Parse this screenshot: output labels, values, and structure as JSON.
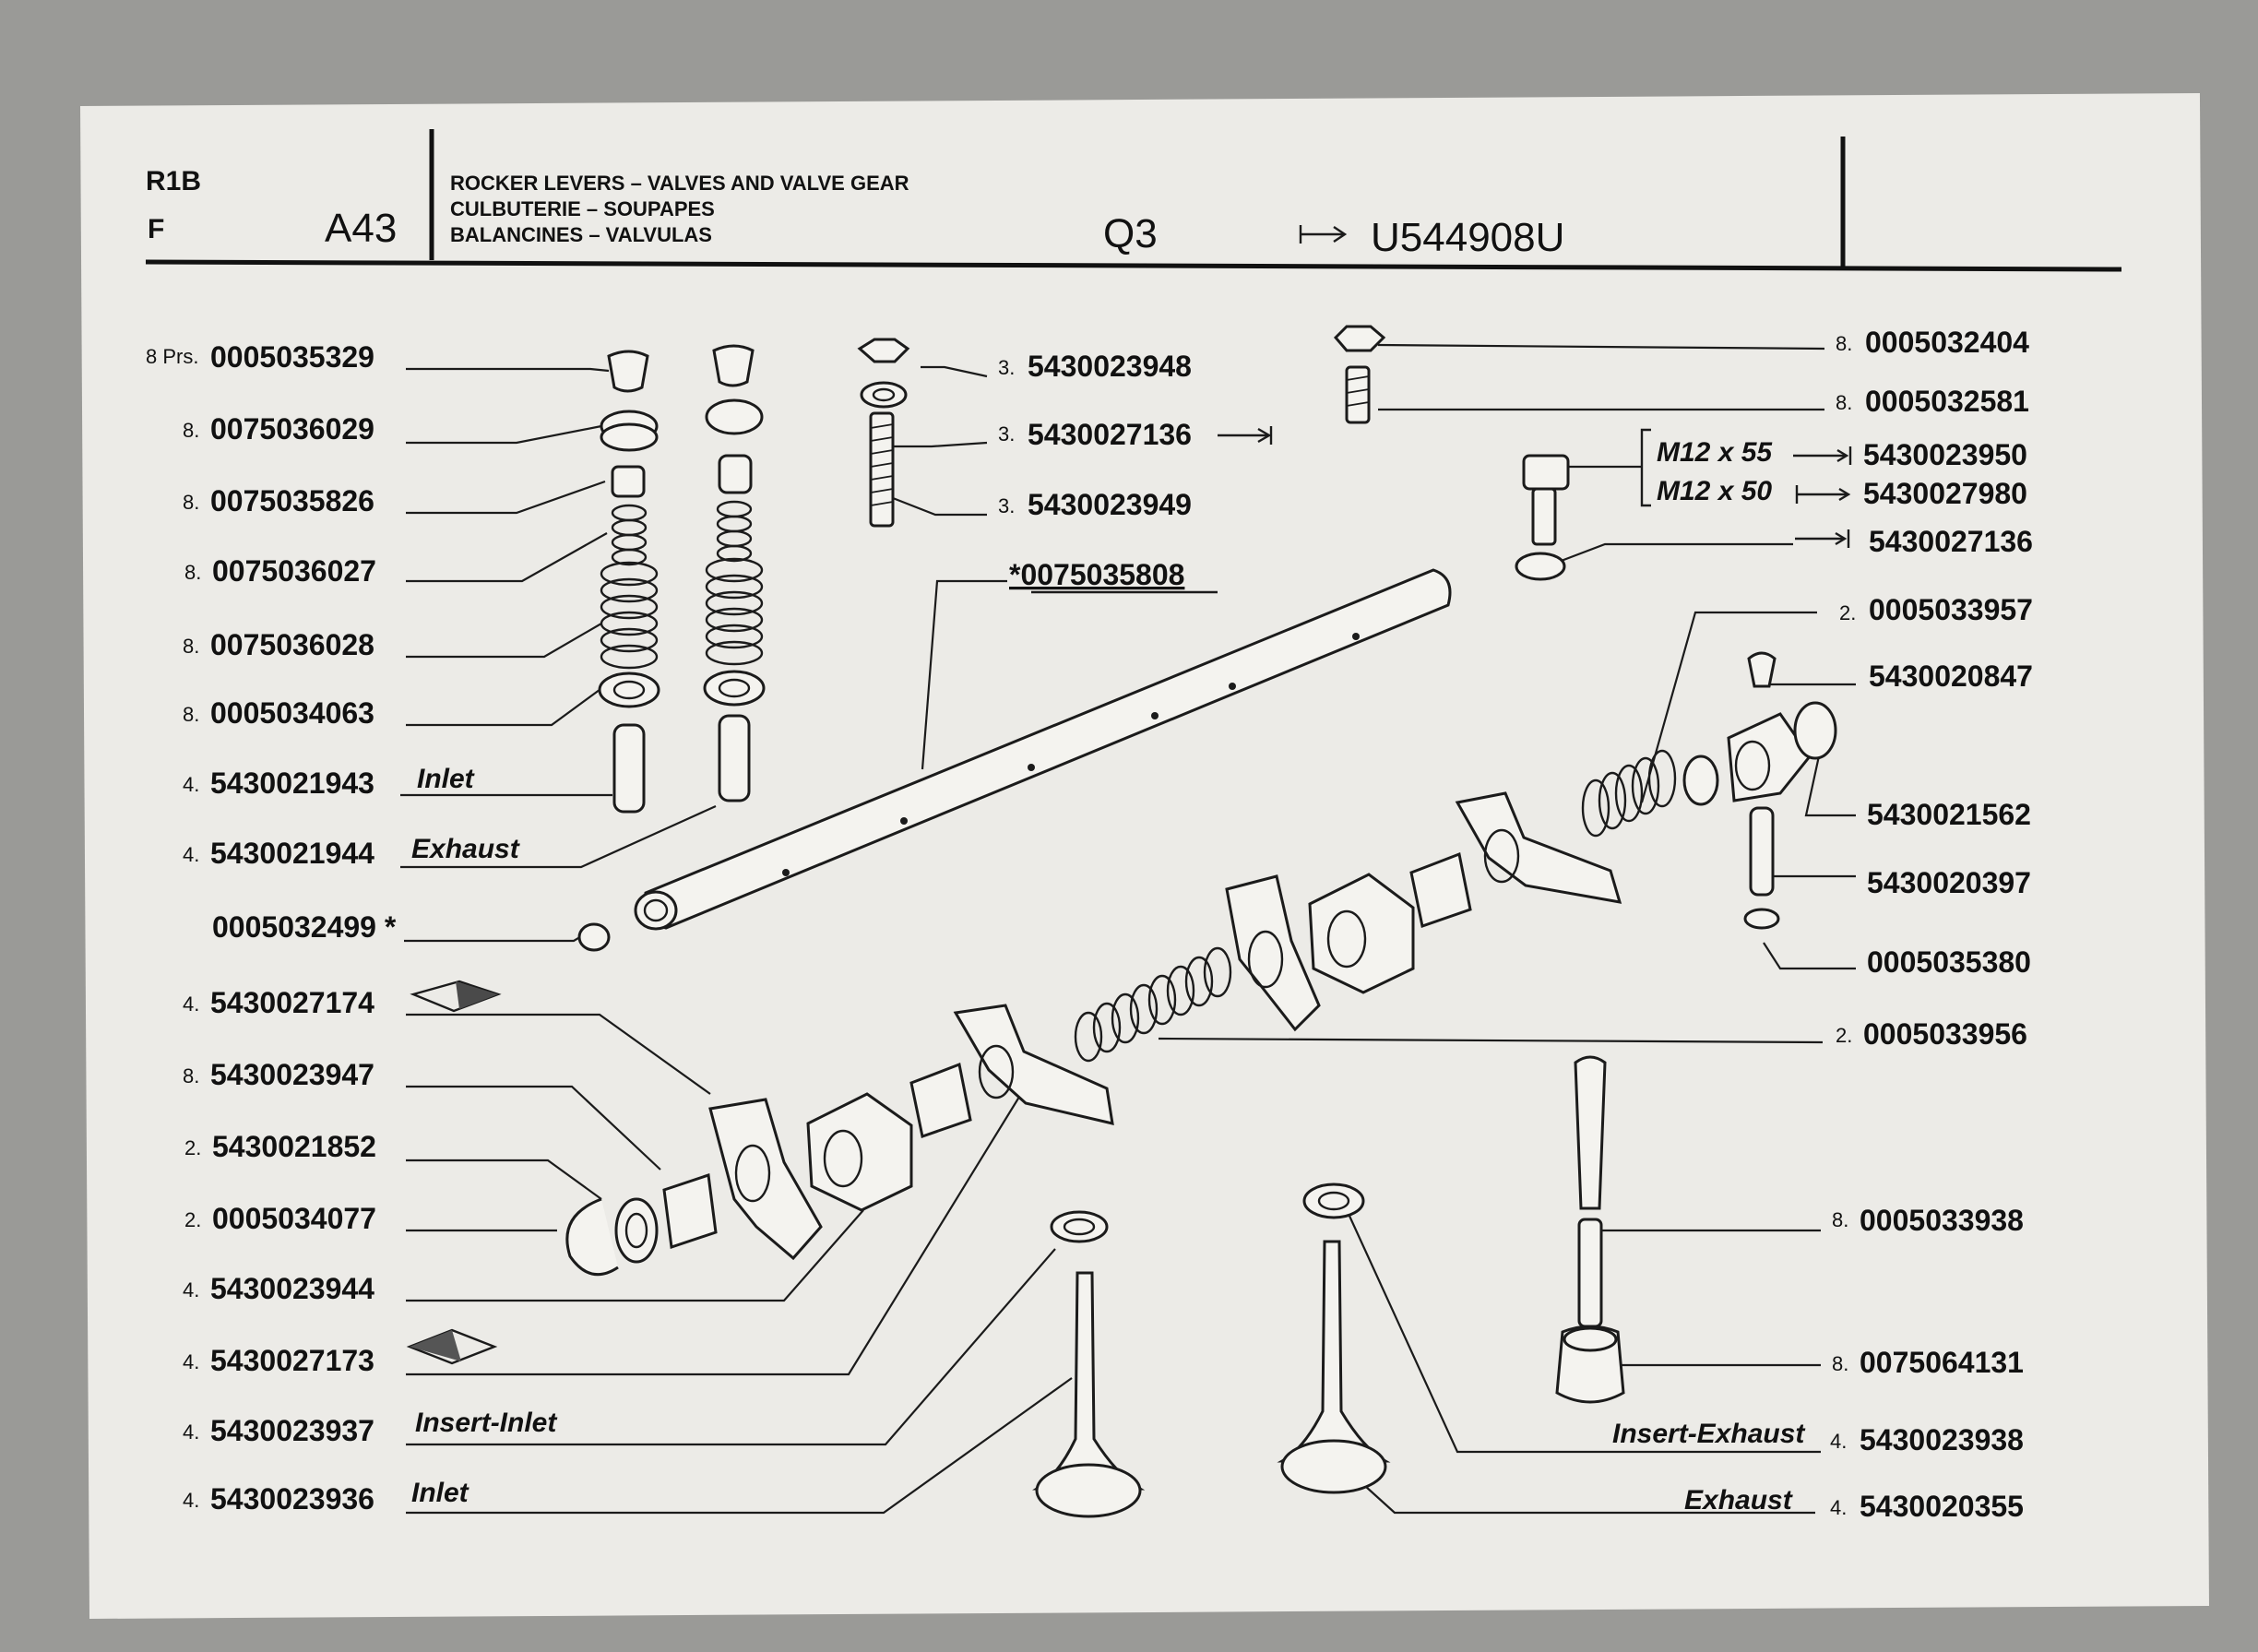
{
  "header": {
    "model": "R1B",
    "market": "F",
    "sheet": "A43",
    "title_en": "ROCKER LEVERS – VALVES AND VALVE GEAR",
    "title_fr": "CULBUTERIE – SOUPAPES",
    "title_es": "BALANCINES – VALVULAS",
    "variant": "Q3",
    "serial": "U544908U"
  },
  "left_callouts": [
    {
      "qty": "8 Prs.",
      "part": "0005035329",
      "note": ""
    },
    {
      "qty": "8.",
      "part": "0075036029",
      "note": ""
    },
    {
      "qty": "8.",
      "part": "0075035826",
      "note": ""
    },
    {
      "qty": "8.",
      "part": "0075036027",
      "note": ""
    },
    {
      "qty": "8.",
      "part": "0075036028",
      "note": ""
    },
    {
      "qty": "8.",
      "part": "0005034063",
      "note": ""
    },
    {
      "qty": "4.",
      "part": "5430021943",
      "note": "Inlet"
    },
    {
      "qty": "4.",
      "part": "5430021944",
      "note": "Exhaust"
    },
    {
      "qty": "",
      "part": "0005032499 *",
      "note": ""
    },
    {
      "qty": "4.",
      "part": "5430027174",
      "note": ""
    },
    {
      "qty": "8.",
      "part": "5430023947",
      "note": ""
    },
    {
      "qty": "2.",
      "part": "5430021852",
      "note": ""
    },
    {
      "qty": "2.",
      "part": "0005034077",
      "note": ""
    },
    {
      "qty": "4.",
      "part": "5430023944",
      "note": ""
    },
    {
      "qty": "4.",
      "part": "5430027173",
      "note": ""
    },
    {
      "qty": "4.",
      "part": "5430023937",
      "note": "Insert-Inlet"
    },
    {
      "qty": "4.",
      "part": "5430023936",
      "note": "Inlet"
    }
  ],
  "center_callouts": [
    {
      "qty": "3.",
      "part": "5430023948"
    },
    {
      "qty": "3.",
      "part": "5430027136"
    },
    {
      "qty": "3.",
      "part": "5430023949"
    },
    {
      "qty": "",
      "part": "*0075035808"
    }
  ],
  "right_callouts": [
    {
      "qty": "8.",
      "part": "0005032404",
      "note": ""
    },
    {
      "qty": "8.",
      "part": "0005032581",
      "note": ""
    },
    {
      "qty": "",
      "part": "5430023950",
      "note": "M12 x 55"
    },
    {
      "qty": "",
      "part": "5430027980",
      "note": "M12 x 50"
    },
    {
      "qty": "",
      "part": "5430027136",
      "note": ""
    },
    {
      "qty": "2.",
      "part": "0005033957",
      "note": ""
    },
    {
      "qty": "",
      "part": "5430020847",
      "note": ""
    },
    {
      "qty": "",
      "part": "5430021562",
      "note": ""
    },
    {
      "qty": "",
      "part": "5430020397",
      "note": ""
    },
    {
      "qty": "",
      "part": "0005035380",
      "note": ""
    },
    {
      "qty": "2.",
      "part": "0005033956",
      "note": ""
    },
    {
      "qty": "8.",
      "part": "0005033938",
      "note": ""
    },
    {
      "qty": "8.",
      "part": "0075064131",
      "note": ""
    },
    {
      "qty": "4.",
      "part": "5430023938",
      "note": "Insert-Exhaust"
    },
    {
      "qty": "4.",
      "part": "5430020355",
      "note": "Exhaust"
    }
  ]
}
